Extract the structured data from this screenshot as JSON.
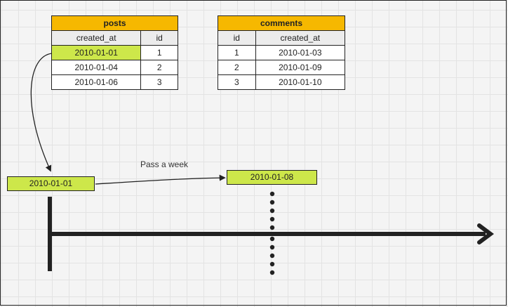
{
  "posts_table": {
    "title": "posts",
    "headers": [
      "created_at",
      "id"
    ],
    "rows": [
      [
        "2010-01-01",
        "1"
      ],
      [
        "2010-01-04",
        "2"
      ],
      [
        "2010-01-06",
        "3"
      ]
    ],
    "highlight_color": "#cde74a",
    "title_color": "#f6b800"
  },
  "comments_table": {
    "title": "comments",
    "headers": [
      "id",
      "created_at"
    ],
    "rows": [
      [
        "1",
        "2010-01-03"
      ],
      [
        "2",
        "2010-01-09"
      ],
      [
        "3",
        "2010-01-10"
      ]
    ],
    "title_color": "#f6b800"
  },
  "timeline": {
    "start_date": "2010-01-01",
    "end_date": "2010-01-08",
    "interval_label": "Pass a week",
    "date_box_color": "#cde74a"
  }
}
